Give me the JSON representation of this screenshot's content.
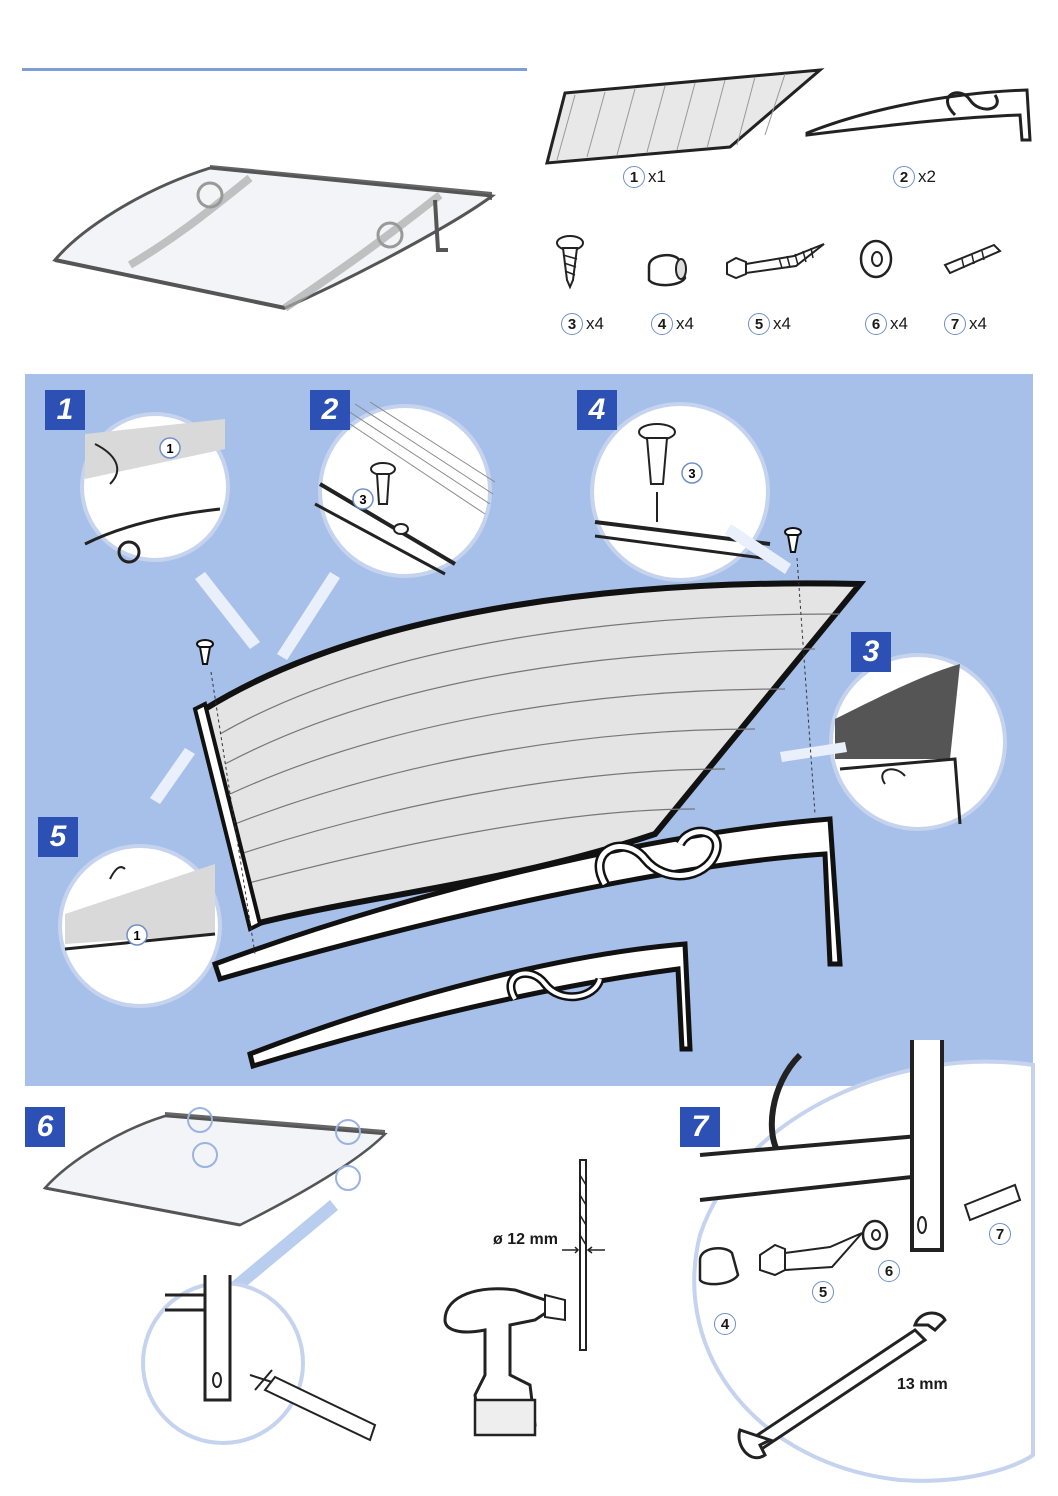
{
  "parts": [
    {
      "num": "1",
      "qty": "x1",
      "name": "polycarbonate-panel"
    },
    {
      "num": "2",
      "qty": "x2",
      "name": "bracket"
    },
    {
      "num": "3",
      "qty": "x4",
      "name": "screw"
    },
    {
      "num": "4",
      "qty": "x4",
      "name": "cap"
    },
    {
      "num": "5",
      "qty": "x4",
      "name": "lag-bolt"
    },
    {
      "num": "6",
      "qty": "x4",
      "name": "washer"
    },
    {
      "num": "7",
      "qty": "x4",
      "name": "wall-plug"
    }
  ],
  "steps": [
    "1",
    "2",
    "3",
    "4",
    "5",
    "6",
    "7"
  ],
  "callouts": {
    "s1_part": "1",
    "s2_part": "3",
    "s4_part": "3",
    "s5_part": "1",
    "s7_cap": "4",
    "s7_bolt": "5",
    "s7_washer": "6",
    "s7_plug": "7"
  },
  "measurements": {
    "drill": "ø 12 mm",
    "wrench": "13 mm"
  },
  "colors": {
    "accent": "#2d50b5",
    "panel_bg": "#a7c0ea",
    "rule": "#7e9fd6"
  }
}
